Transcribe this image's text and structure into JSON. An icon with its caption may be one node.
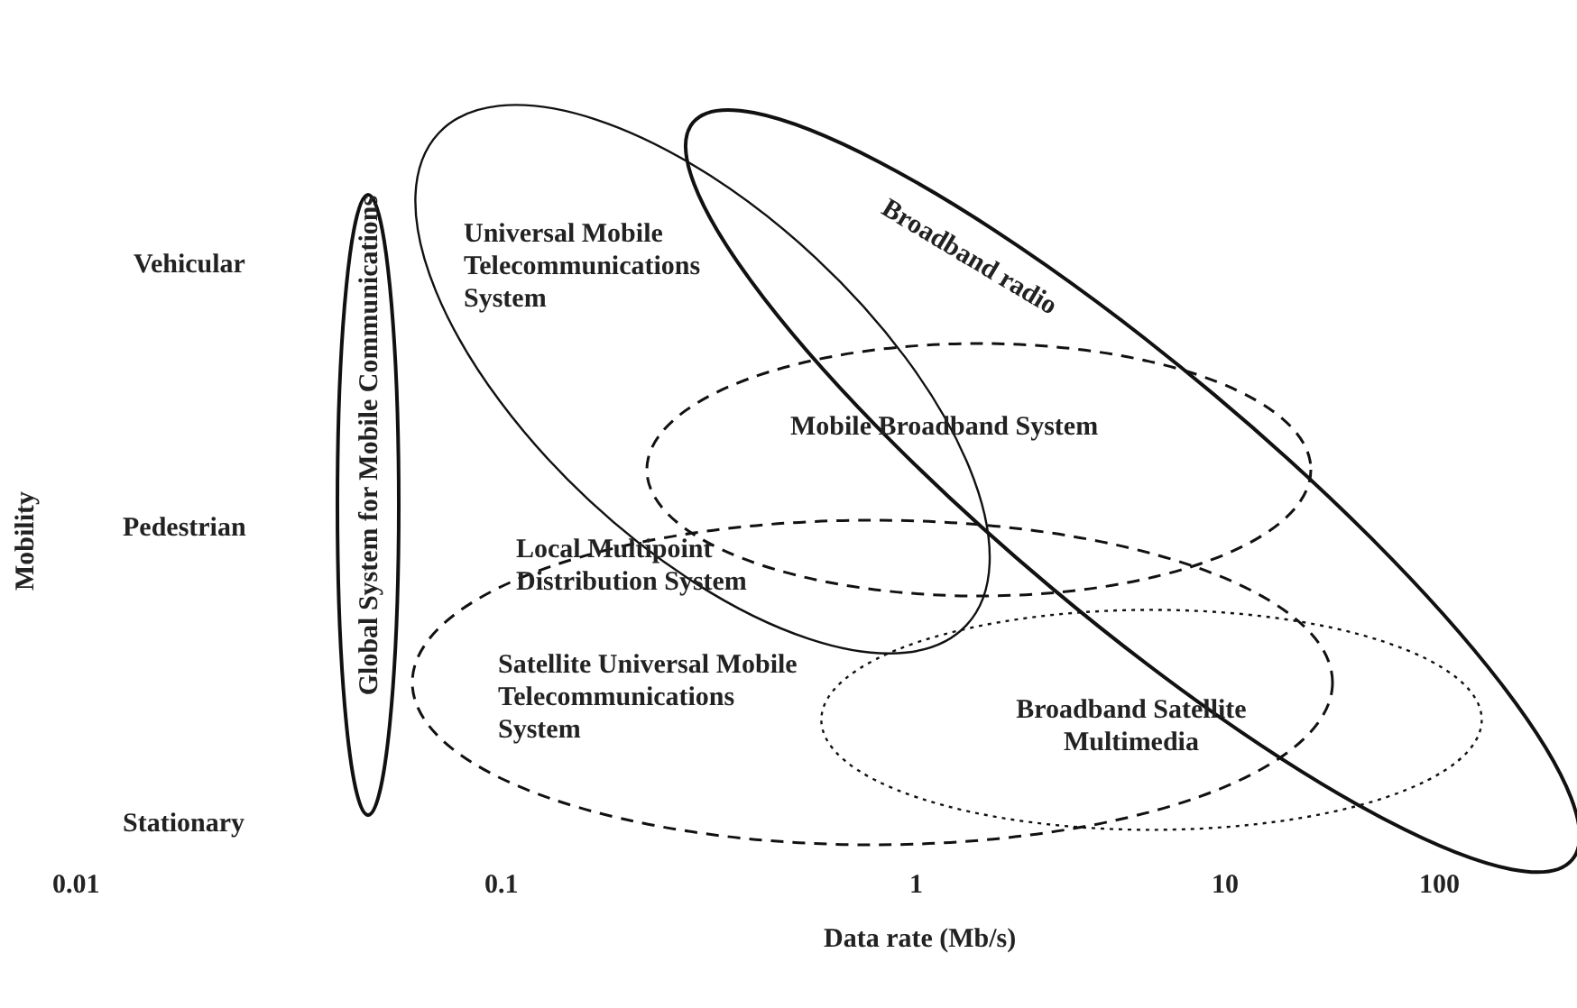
{
  "diagram": {
    "nodes": [
      {
        "text": [
          "Global System for Mobile Communications"
        ]
      },
      {
        "text": [
          "Universal Mobile Telecommunications System"
        ]
      },
      {
        "text": [
          "Broadband radio"
        ]
      },
      {
        "text": [
          "Mobile Broadband System"
        ]
      },
      {
        "text": [
          "Local Multipoint Distribution System",
          "Satellite Universal Mobile Telecommunications System"
        ]
      },
      {
        "text": [
          "Broadband Satellite Multimedia"
        ]
      }
    ],
    "labels": [
      "Mobility",
      "Vehicular",
      "Pedestrian",
      "Stationary",
      "0.01",
      "0.1",
      "1",
      "10",
      "100",
      "Data rate (Mb/s)"
    ]
  }
}
